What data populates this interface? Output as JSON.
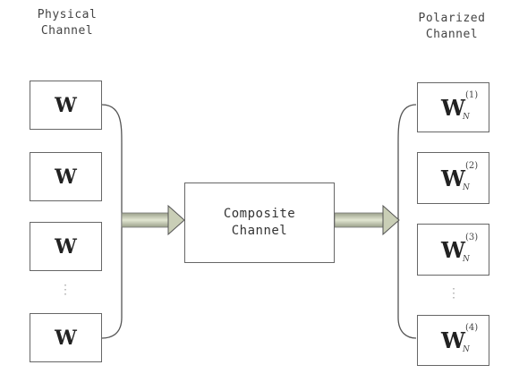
{
  "left_heading": "Physical\nChannel",
  "right_heading": "Polarized\nChannel",
  "center_label": "Composite\nChannel",
  "physical_channels": [
    "W",
    "W",
    "W",
    "W"
  ],
  "polarized_channels": [
    {
      "base": "W",
      "sup": "(1)",
      "sub": "N"
    },
    {
      "base": "W",
      "sup": "(2)",
      "sub": "N"
    },
    {
      "base": "W",
      "sup": "(3)",
      "sub": "N"
    },
    {
      "base": "W",
      "sup": "(4)",
      "sub": "N"
    }
  ],
  "ellipsis": "⋮"
}
